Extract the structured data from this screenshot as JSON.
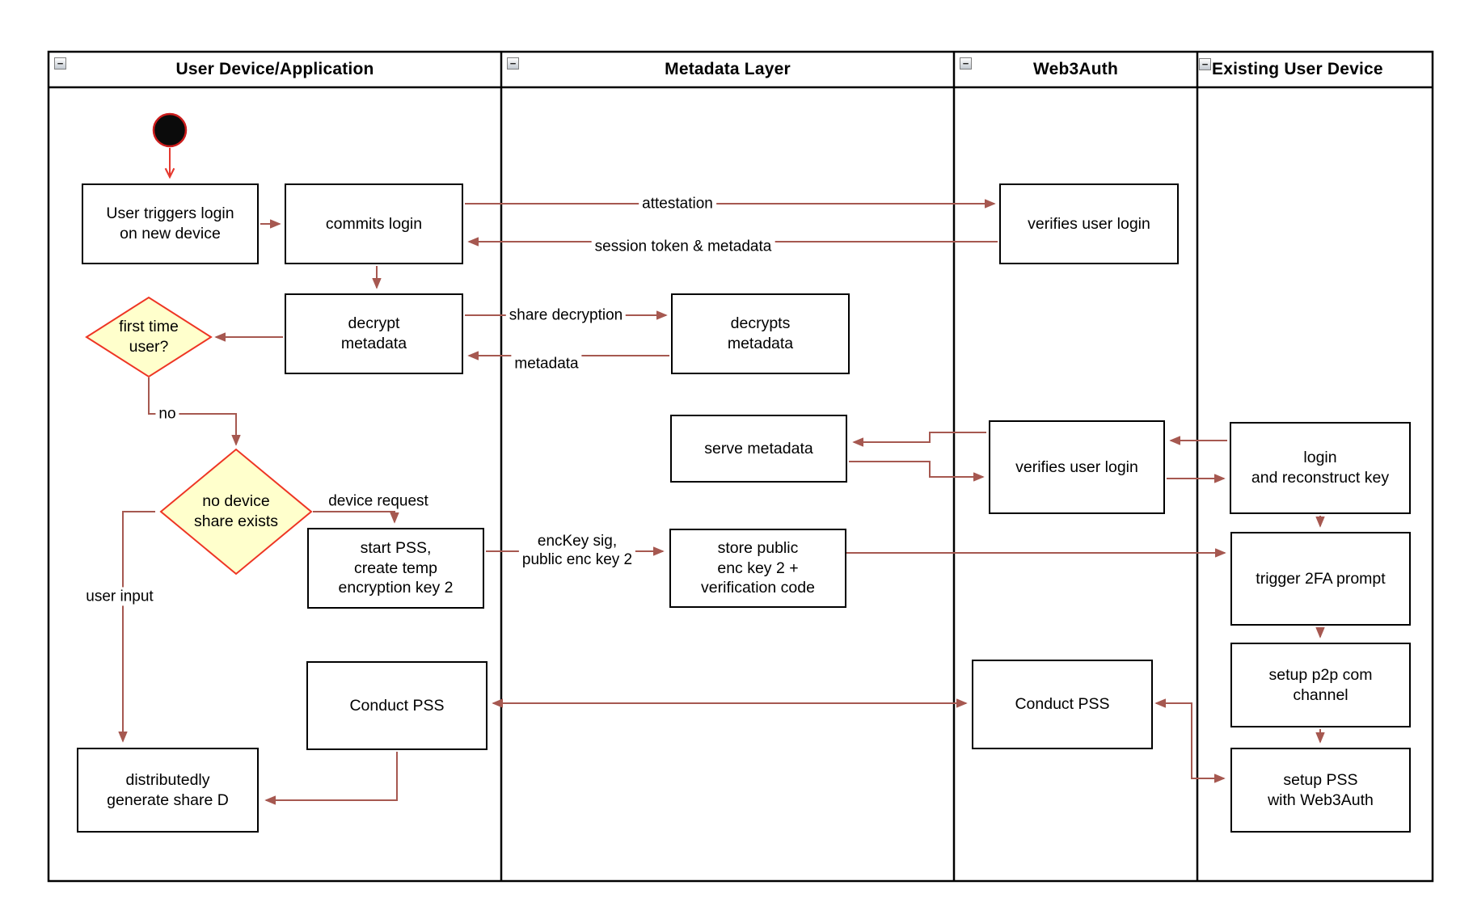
{
  "colors": {
    "connector": "#A65850",
    "start_connector": "#E5392F",
    "decision_fill": "#FFFFCC",
    "decision_border": "#EE3524",
    "shape_border": "#000000",
    "background": "#FFFFFF"
  },
  "lanes": [
    {
      "title": "User Device/Application",
      "collapse_icon": "−"
    },
    {
      "title": "Metadata Layer",
      "collapse_icon": "−"
    },
    {
      "title": "Web3Auth",
      "collapse_icon": "−"
    },
    {
      "title": "Existing User Device",
      "collapse_icon": "−"
    }
  ],
  "nodes": {
    "user_triggers": {
      "label": "User triggers login\non new device"
    },
    "commits_login": {
      "label": "commits login"
    },
    "verifies_user_login_1": {
      "label": "verifies user login"
    },
    "decrypt_metadata": {
      "label": "decrypt\nmetadata"
    },
    "decrypts_metadata": {
      "label": "decrypts\nmetadata"
    },
    "first_time_user": {
      "label": "first time\nuser?"
    },
    "serve_metadata": {
      "label": "serve metadata"
    },
    "verifies_user_login_2": {
      "label": "verifies user login"
    },
    "login_reconstruct": {
      "label": "login\nand reconstruct key"
    },
    "no_device_share": {
      "label": "no device\nshare exists"
    },
    "start_pss": {
      "label": "start PSS,\ncreate temp\nencryption key 2"
    },
    "store_public": {
      "label": "store public\nenc key 2 +\nverification code"
    },
    "trigger_2fa": {
      "label": "trigger 2FA prompt"
    },
    "conduct_pss_1": {
      "label": "Conduct PSS"
    },
    "conduct_pss_2": {
      "label": "Conduct PSS"
    },
    "setup_p2p": {
      "label": "setup p2p com\nchannel"
    },
    "setup_pss": {
      "label": "setup PSS\nwith Web3Auth"
    },
    "distributedly": {
      "label": "distributedly\ngenerate share D"
    }
  },
  "edge_labels": {
    "attestation": "attestation",
    "session_token": "session token & metadata",
    "share_decryption": "share decryption",
    "metadata": "metadata",
    "no": "no",
    "device_request": "device request",
    "enckey": "encKey sig,\npublic enc key 2",
    "user_input": "user input"
  }
}
